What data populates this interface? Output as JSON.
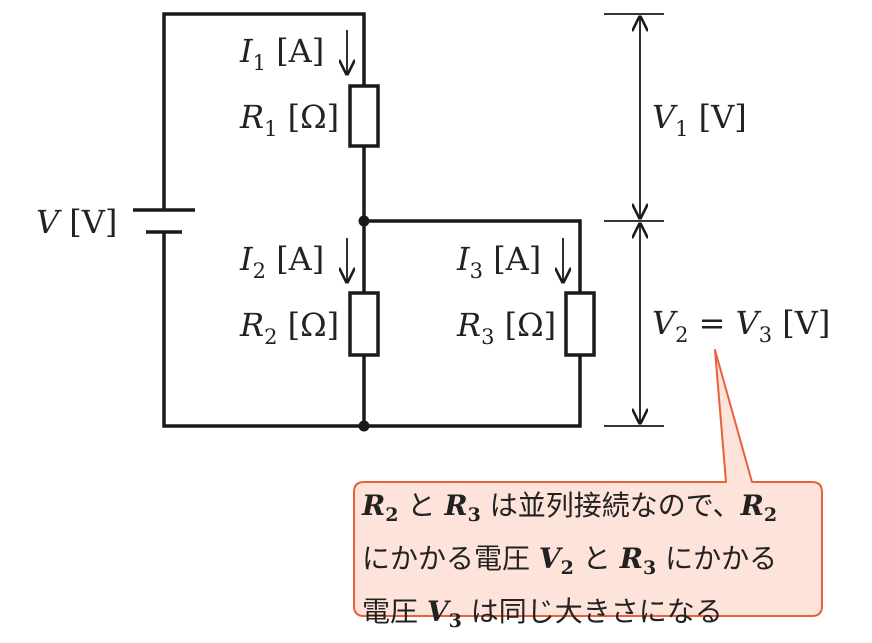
{
  "labels": {
    "v": {
      "main": "V",
      "unit": " [V]"
    },
    "i1": {
      "main": "I",
      "sub": "1",
      "unit": " [A]"
    },
    "r1": {
      "main": "R",
      "sub": "1",
      "unit": " [Ω]"
    },
    "i2": {
      "main": "I",
      "sub": "2",
      "unit": " [A]"
    },
    "r2": {
      "main": "R",
      "sub": "2",
      "unit": " [Ω]"
    },
    "i3": {
      "main": "I",
      "sub": "3",
      "unit": " [A]"
    },
    "r3": {
      "main": "R",
      "sub": "3",
      "unit": " [Ω]"
    },
    "v1": {
      "main": "V",
      "sub": "1",
      "unit": " [V]"
    },
    "v2v3": {
      "main": "V",
      "sub": "2",
      "eq": " = ",
      "main2": "V",
      "sub2": "3",
      "unit": " [V]"
    }
  },
  "callout": {
    "line1": {
      "r2": "R",
      "r2_sub": "2",
      "t1": " と ",
      "r3": "R",
      "r3_sub": "3",
      "t2": " は並列接続なので、",
      "r2b": "R",
      "r2b_sub": "2"
    },
    "line2": {
      "t1": "にかかる電圧 ",
      "v2": "V",
      "v2_sub": "2",
      "t2": " と ",
      "r3": "R",
      "r3_sub": "3",
      "t3": " にかかる"
    },
    "line3": {
      "t1": "電圧 ",
      "v3": "V",
      "v3_sub": "3",
      "t2": " は同じ大きさになる"
    }
  },
  "colors": {
    "wire": "#1a1a1a",
    "callout_fill": "#fde3d9",
    "callout_stroke": "#e8613c"
  }
}
